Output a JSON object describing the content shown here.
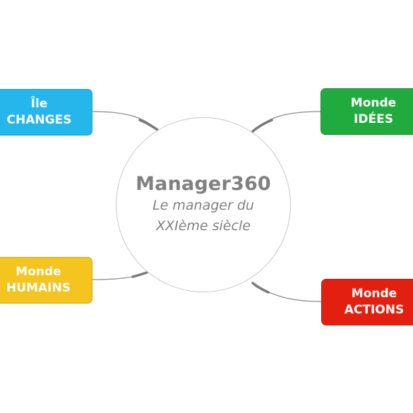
{
  "center": {
    "title": "Manager360",
    "subtitle_line1": "Le manager du",
    "subtitle_line2": "XXIème siècle"
  },
  "nodes": [
    {
      "id": "changes",
      "line1": "Île",
      "line2": "CHANGES",
      "color": "#25b6ec"
    },
    {
      "id": "idees",
      "line1": "Monde",
      "line2": "IDÉES",
      "color": "#21ab3e"
    },
    {
      "id": "humains",
      "line1": "Monde",
      "line2": "HUMAINS",
      "color": "#f4c41f"
    },
    {
      "id": "actions",
      "line1": "Monde",
      "line2": "ACTIONS",
      "color": "#e3200f"
    }
  ]
}
